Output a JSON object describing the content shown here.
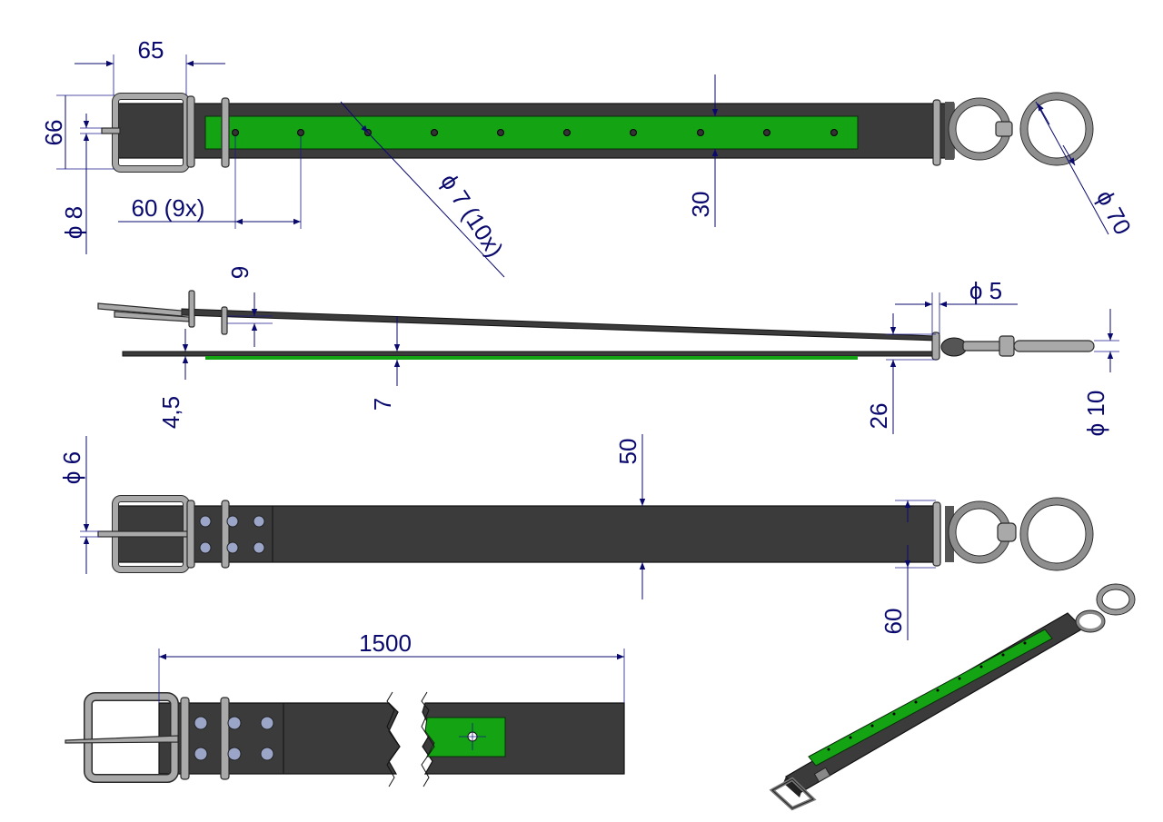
{
  "dimensions": {
    "buckle_width": "65",
    "buckle_height": "66",
    "pin_diameter": "ϕ 8",
    "hole_spacing": "60  (9x)",
    "hole_diameter": "ϕ 7 (10x)",
    "reflective_width": "30",
    "ring_diameter": "ϕ 70",
    "side_gap": "9",
    "thickness_lower": "4,5",
    "thickness_mid": "7",
    "loop_height": "26",
    "wire_diameter": "ϕ 5",
    "swivel_diameter": "ϕ 10",
    "rivet_diameter": "ϕ 6",
    "belt_width": "50",
    "end_width": "60",
    "total_length": "1500"
  },
  "colors": {
    "belt": "#3b3b3b",
    "reflective": "#13a313",
    "metal": "#a9a9a9",
    "dimension": "#0a0a6e"
  }
}
